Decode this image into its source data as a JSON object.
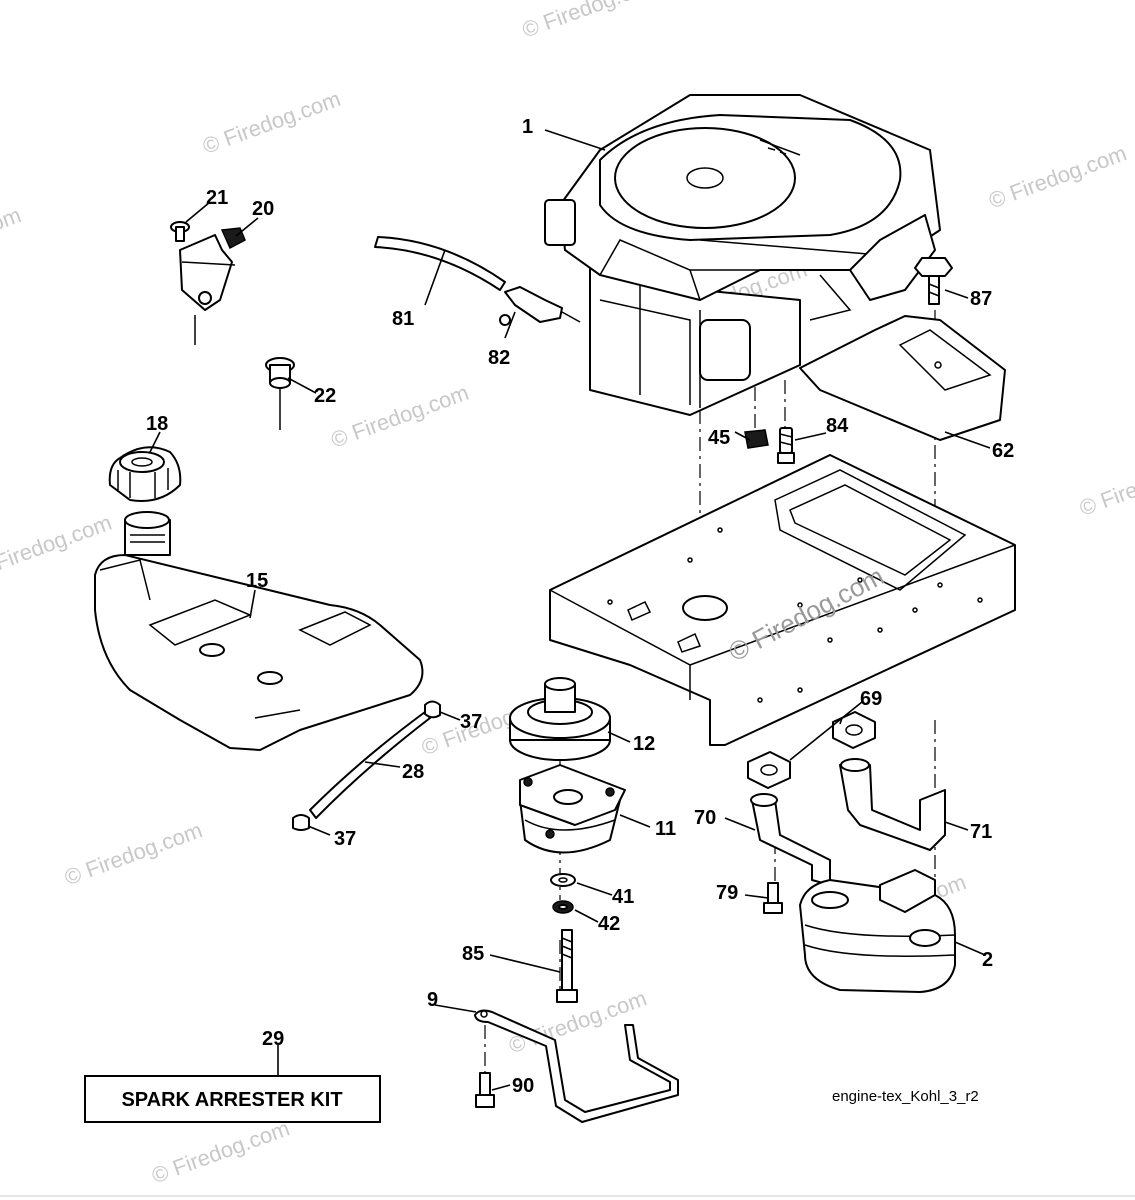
{
  "watermark": "© Firedog.com",
  "center_watermark": "© Firedog.com",
  "kit_label": "SPARK ARRESTER KIT",
  "reference": "engine-tex_Kohl_3_r2",
  "callouts": {
    "c1": "1",
    "c2": "2",
    "c9": "9",
    "c11": "11",
    "c12": "12",
    "c15": "15",
    "c18": "18",
    "c20": "20",
    "c21": "21",
    "c22": "22",
    "c28": "28",
    "c29": "29",
    "c37a": "37",
    "c37b": "37",
    "c41": "41",
    "c42": "42",
    "c45": "45",
    "c62": "62",
    "c69": "69",
    "c70": "70",
    "c71": "71",
    "c79": "79",
    "c81": "81",
    "c82": "82",
    "c84": "84",
    "c85": "85",
    "c87": "87",
    "c90": "90"
  }
}
